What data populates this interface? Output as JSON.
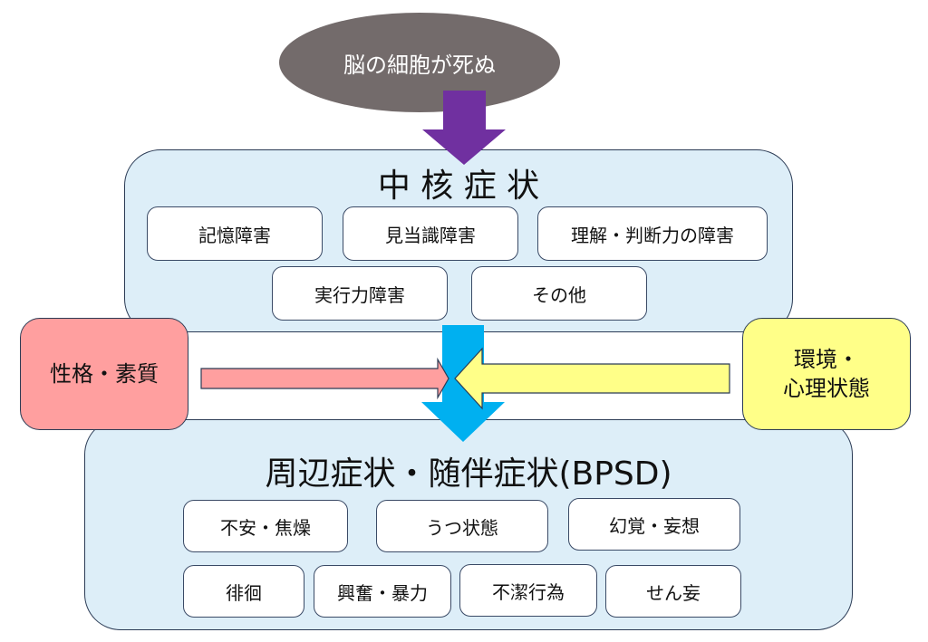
{
  "top_node": {
    "label": "脳の細胞が死ぬ",
    "color": "#736b6b"
  },
  "core_panel": {
    "title": "中 核 症 状",
    "items": [
      "記憶障害",
      "見当識障害",
      "理解・判断力の障害",
      "実行力障害",
      "その他"
    ]
  },
  "left_factor": {
    "label": "性格・素質",
    "color": "#ff9f9f"
  },
  "right_factor": {
    "label_line1": "環境・",
    "label_line2": "心理状態",
    "color": "#ffff88"
  },
  "bpsd_panel": {
    "title": "周辺症状・随伴症状(BPSD)",
    "items": [
      "不安・焦燥",
      "うつ状態",
      "幻覚・妄想",
      "徘徊",
      "興奮・暴力",
      "不潔行為",
      "せん妄"
    ]
  },
  "arrows": {
    "top_arrow_color": "#7030a0",
    "center_arrow_color": "#00b0f0",
    "left_arrow_color": "#ff9f9f",
    "right_arrow_color": "#ffff88"
  }
}
